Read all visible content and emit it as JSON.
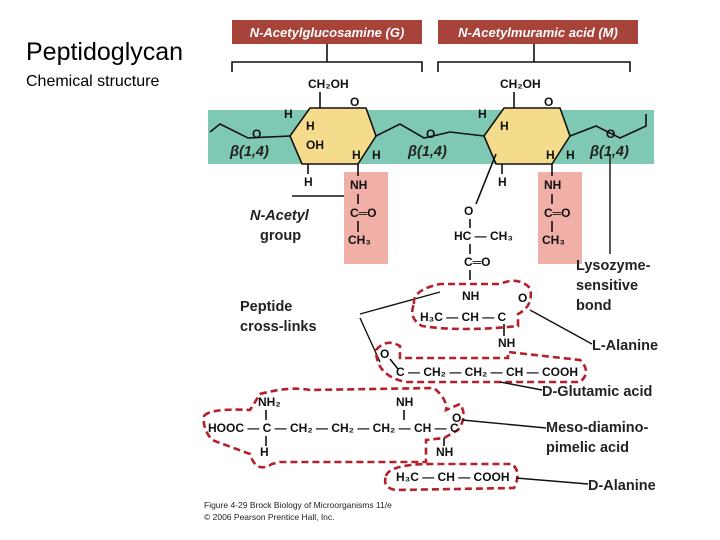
{
  "slide": {
    "title": "Peptidoglycan",
    "subtitle": "Chemical structure"
  },
  "figure": {
    "header_g": "N-Acetylglucosamine (G)",
    "header_m": "N-Acetylmuramic acid (M)",
    "labels": {
      "acetyl_group": [
        "N-Acetyl",
        "group"
      ],
      "peptide_crosslinks": [
        "Peptide",
        "cross-links"
      ],
      "lysozyme": [
        "Lysozyme-",
        "sensitive",
        "bond"
      ],
      "l_alanine": "L-Alanine",
      "d_glutamic": "D-Glutamic acid",
      "meso_dap": [
        "Meso-diamino-",
        "pimelic acid"
      ],
      "d_alanine": "D-Alanine"
    },
    "beta_left": "β(1,4)",
    "beta_mid": "β(1,4)",
    "beta_right": "β(1,4)",
    "caption": [
      "Figure 4-29  Brock Biology of Microorganisms 11/e",
      "© 2006 Pearson Prentice Hall, Inc."
    ],
    "chem": {
      "ch2oh": "CH₂OH",
      "o": "O",
      "h": "H",
      "oh": "OH",
      "nh": "NH",
      "ch3": "CH₃",
      "c_eq_o": "C═O",
      "hc_ch3": "HC — CH₃",
      "c_o_chain": "C═O",
      "ala1_chain": "H₃C — CH — C",
      "glu_chain": "C — CH₂ — CH₂ — CH — COOH",
      "nh2": "NH₂",
      "dap_chain": "HOOC — C — CH₂ — CH₂ — CH₂ — CH — C",
      "ala2_chain": "H₃C — CH — COOH"
    }
  }
}
